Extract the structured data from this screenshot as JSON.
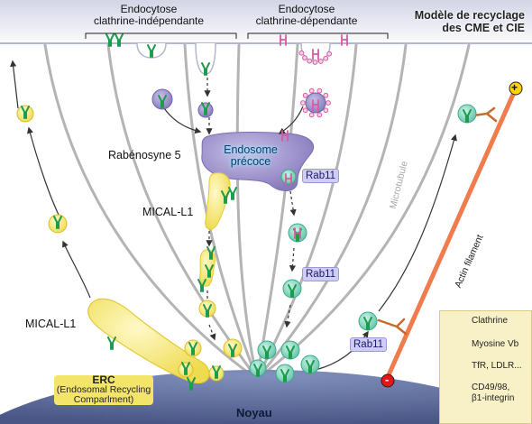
{
  "header": {
    "cie_line1": "Endocytose",
    "cie_line2": "clathrine-indépendante",
    "cme_line1": "Endocytose",
    "cme_line2": "clathrine-dépendante",
    "title_line1": "Modèle de recyclage",
    "title_line2": "des CME et CIE"
  },
  "labels": {
    "rabenosyne": "Rabénosyne 5",
    "early_endosome_line1": "Endosome",
    "early_endosome_line2": "précoce",
    "mical_upper": "MICAL-L1",
    "mical_lower": "MICAL-L1",
    "rab11_top": "Rab11",
    "rab11_mid": "Rab11",
    "rab11_right": "Rab11",
    "erc_line1": "ERC",
    "erc_line2": "(Endosomal Recycling",
    "erc_line3": "Comparlment)",
    "nucleus": "Noyau",
    "microtubule": "Microtubule",
    "actin": "Actin filament",
    "plus_end": "+",
    "minus_end": "-"
  },
  "legend": {
    "items": [
      {
        "label": "Clathrine",
        "icon": "clathrin-icon"
      },
      {
        "label": "Myosine Vb",
        "icon": "myosin-vb-icon"
      },
      {
        "label": "TfR, LDLR...",
        "icon": "tfr-receptor-icon"
      },
      {
        "label": "CD49/98,",
        "icon": "cd49-integrin-icon"
      },
      {
        "label": "β1-integrin",
        "icon": ""
      }
    ]
  },
  "colors": {
    "membrane": "#c9cbe0",
    "early_endosome": "#9e93cc",
    "erc": "#f3e46a",
    "vesicle_teal": "#8fdcc6",
    "nucleus": "#5d6c9a",
    "actin": "#f07b4d",
    "microtubule": "#aaaaaa",
    "receptor_green": "#1c9c4c",
    "receptor_pink": "#d85aa0",
    "legend_bg": "#f8f0c6"
  }
}
